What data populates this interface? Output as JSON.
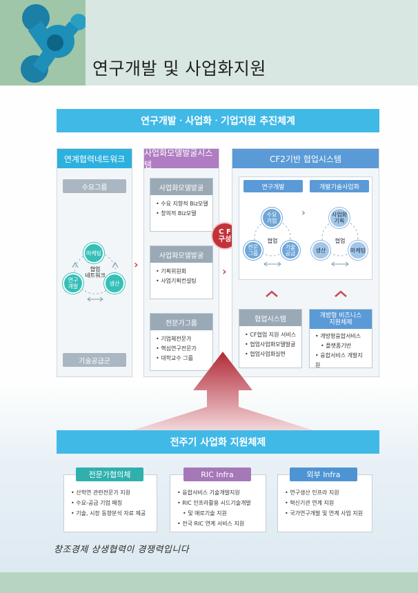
{
  "page": {
    "title": "연구개발 및 사업화지원"
  },
  "top_banner": "연구개발ㆍ사업화ㆍ기업지원 추진체계",
  "columns": {
    "network": {
      "title": "연계협력네트워크",
      "top_bar": "수요그룹",
      "bottom_bar": "기술공급군",
      "center": "협업\n네트워크",
      "nodes": [
        "마케팅",
        "연구\n개발",
        "생산"
      ]
    },
    "biz_model": {
      "title": "사업화모델발굴시스템",
      "boxes": [
        {
          "head": "사업화모델발굴",
          "items": [
            "수요 지향적 Biz모델",
            "창의적 Biz모델"
          ]
        },
        {
          "head": "사업화모델발굴",
          "items": [
            "기획위원회",
            "사업기획컨설팅"
          ]
        },
        {
          "head": "전문가그룹",
          "items": [
            "기업체전문가",
            "핵심연구전문가",
            "대학교수 그룹"
          ]
        }
      ]
    },
    "cf2": {
      "title": "CF2기반 협업시스템",
      "pill_left": "연구개발",
      "pill_right": "개발기술사업화",
      "left_cluster": {
        "center": "협업",
        "nodes": [
          "수요\n기업",
          "전문\n그룹",
          "기술\n공급"
        ]
      },
      "right_cluster": {
        "center": "협업",
        "nodes": [
          "사업화\n기획",
          "생산",
          "마케팅"
        ]
      },
      "boxes": [
        {
          "head": "협업시스템",
          "items": [
            "CF협업 지원 서비스",
            "협업사업화모델발굴",
            "협업사업화실현"
          ]
        },
        {
          "head": "개방형 비즈니스\n지원체제",
          "items": [
            "개방형융합서비스",
            "플랫폼기반",
            "융합서비스 개발지원"
          ]
        }
      ]
    }
  },
  "cf_badge": "C F\n구성",
  "bottom_banner": "전주기 사업화 지원체제",
  "bottom_boxes": [
    {
      "tag": "전문가협의체",
      "color": "#2fb0ad",
      "items": [
        "산학연 관련전문가 지원",
        "수요-공급 기업 매칭",
        "기술, 시장 동향분석 자료 제공"
      ]
    },
    {
      "tag": "RIC Infra",
      "color": "#a578b8",
      "items": [
        "융합서비스 기술개발지원",
        "RIC 인프라활용 시드기술개발",
        "및 애로기술 지원",
        "전국 RIC 연계 서비스 지원"
      ]
    },
    {
      "tag": "외부 Infra",
      "color": "#4e94d3",
      "items": [
        "연구생산 인프라 지원",
        "혁신기관 연계 지원",
        "국가연구개발 및 연계 사업 지원"
      ]
    }
  ],
  "slogan": "창조경제 상생협력이 경쟁력입니다"
}
